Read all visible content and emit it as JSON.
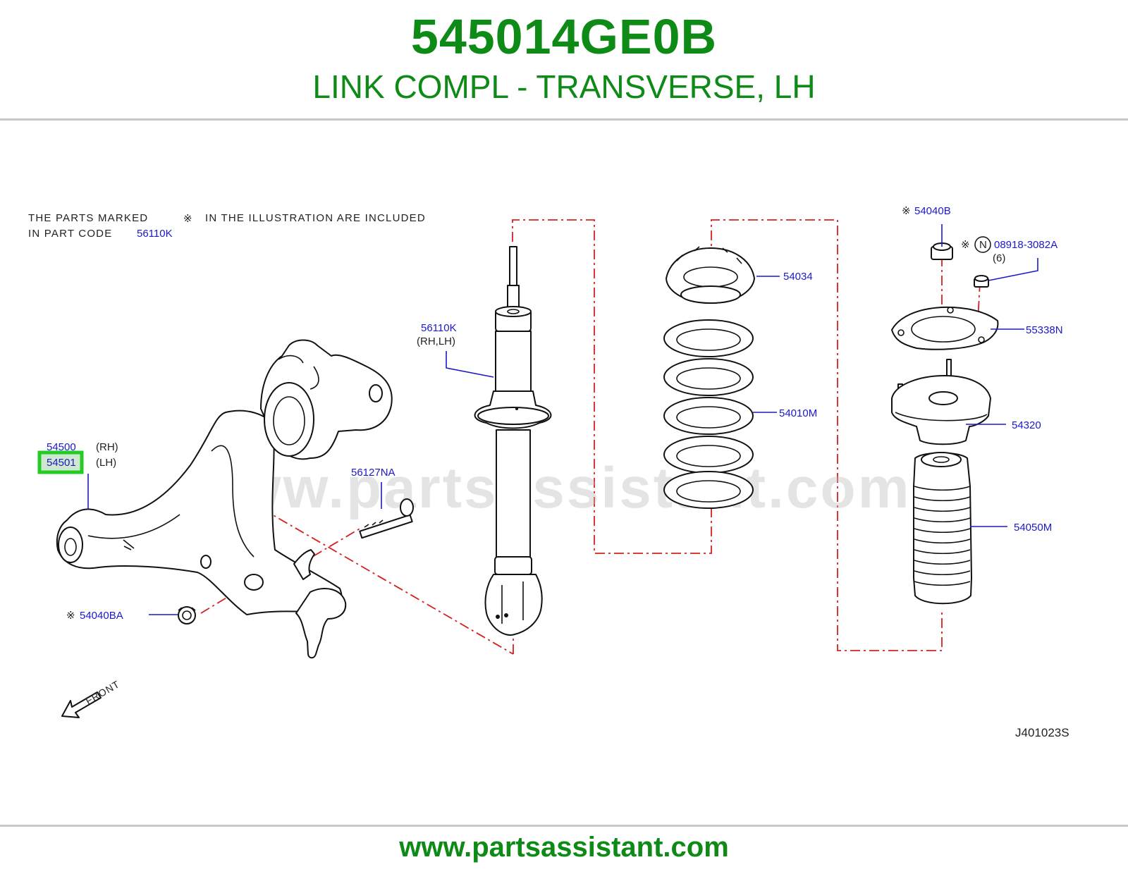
{
  "header": {
    "part_number": "545014GE0B",
    "part_name": "LINK COMPL - TRANSVERSE, LH"
  },
  "diagram": {
    "note_line1_part1": "THE  PARTS  MARKED",
    "note_symbol": "※",
    "note_line1_part2": "IN  THE  ILLUSTRATION  ARE  INCLUDED",
    "note_line2_prefix": "IN  PART  CODE",
    "note_line2_code": "56110K",
    "watermark": "www.partsassistant.com",
    "figure_code": "J401023S",
    "front_label": "FRONT",
    "highlight_color": "#22cc22",
    "callouts": {
      "c54500": "54500",
      "c54500_side": "(RH)",
      "c54501": "54501",
      "c54501_side": "(LH)",
      "c56127NA": "56127NA",
      "c54040BA": "54040BA",
      "c54040BA_mark": "※",
      "c56110K": "56110K",
      "c56110K_side": "(RH,LH)",
      "c54034": "54034",
      "c54010M": "54010M",
      "c54040B": "54040B",
      "c54040B_mark": "※",
      "c08918": "08918-3082A",
      "c08918_mark": "※",
      "c08918_n": "N",
      "c08918_qty": "(6)",
      "c55338N": "55338N",
      "c54320": "54320",
      "c54050M": "54050M"
    }
  },
  "footer": {
    "url": "www.partsassistant.com"
  }
}
